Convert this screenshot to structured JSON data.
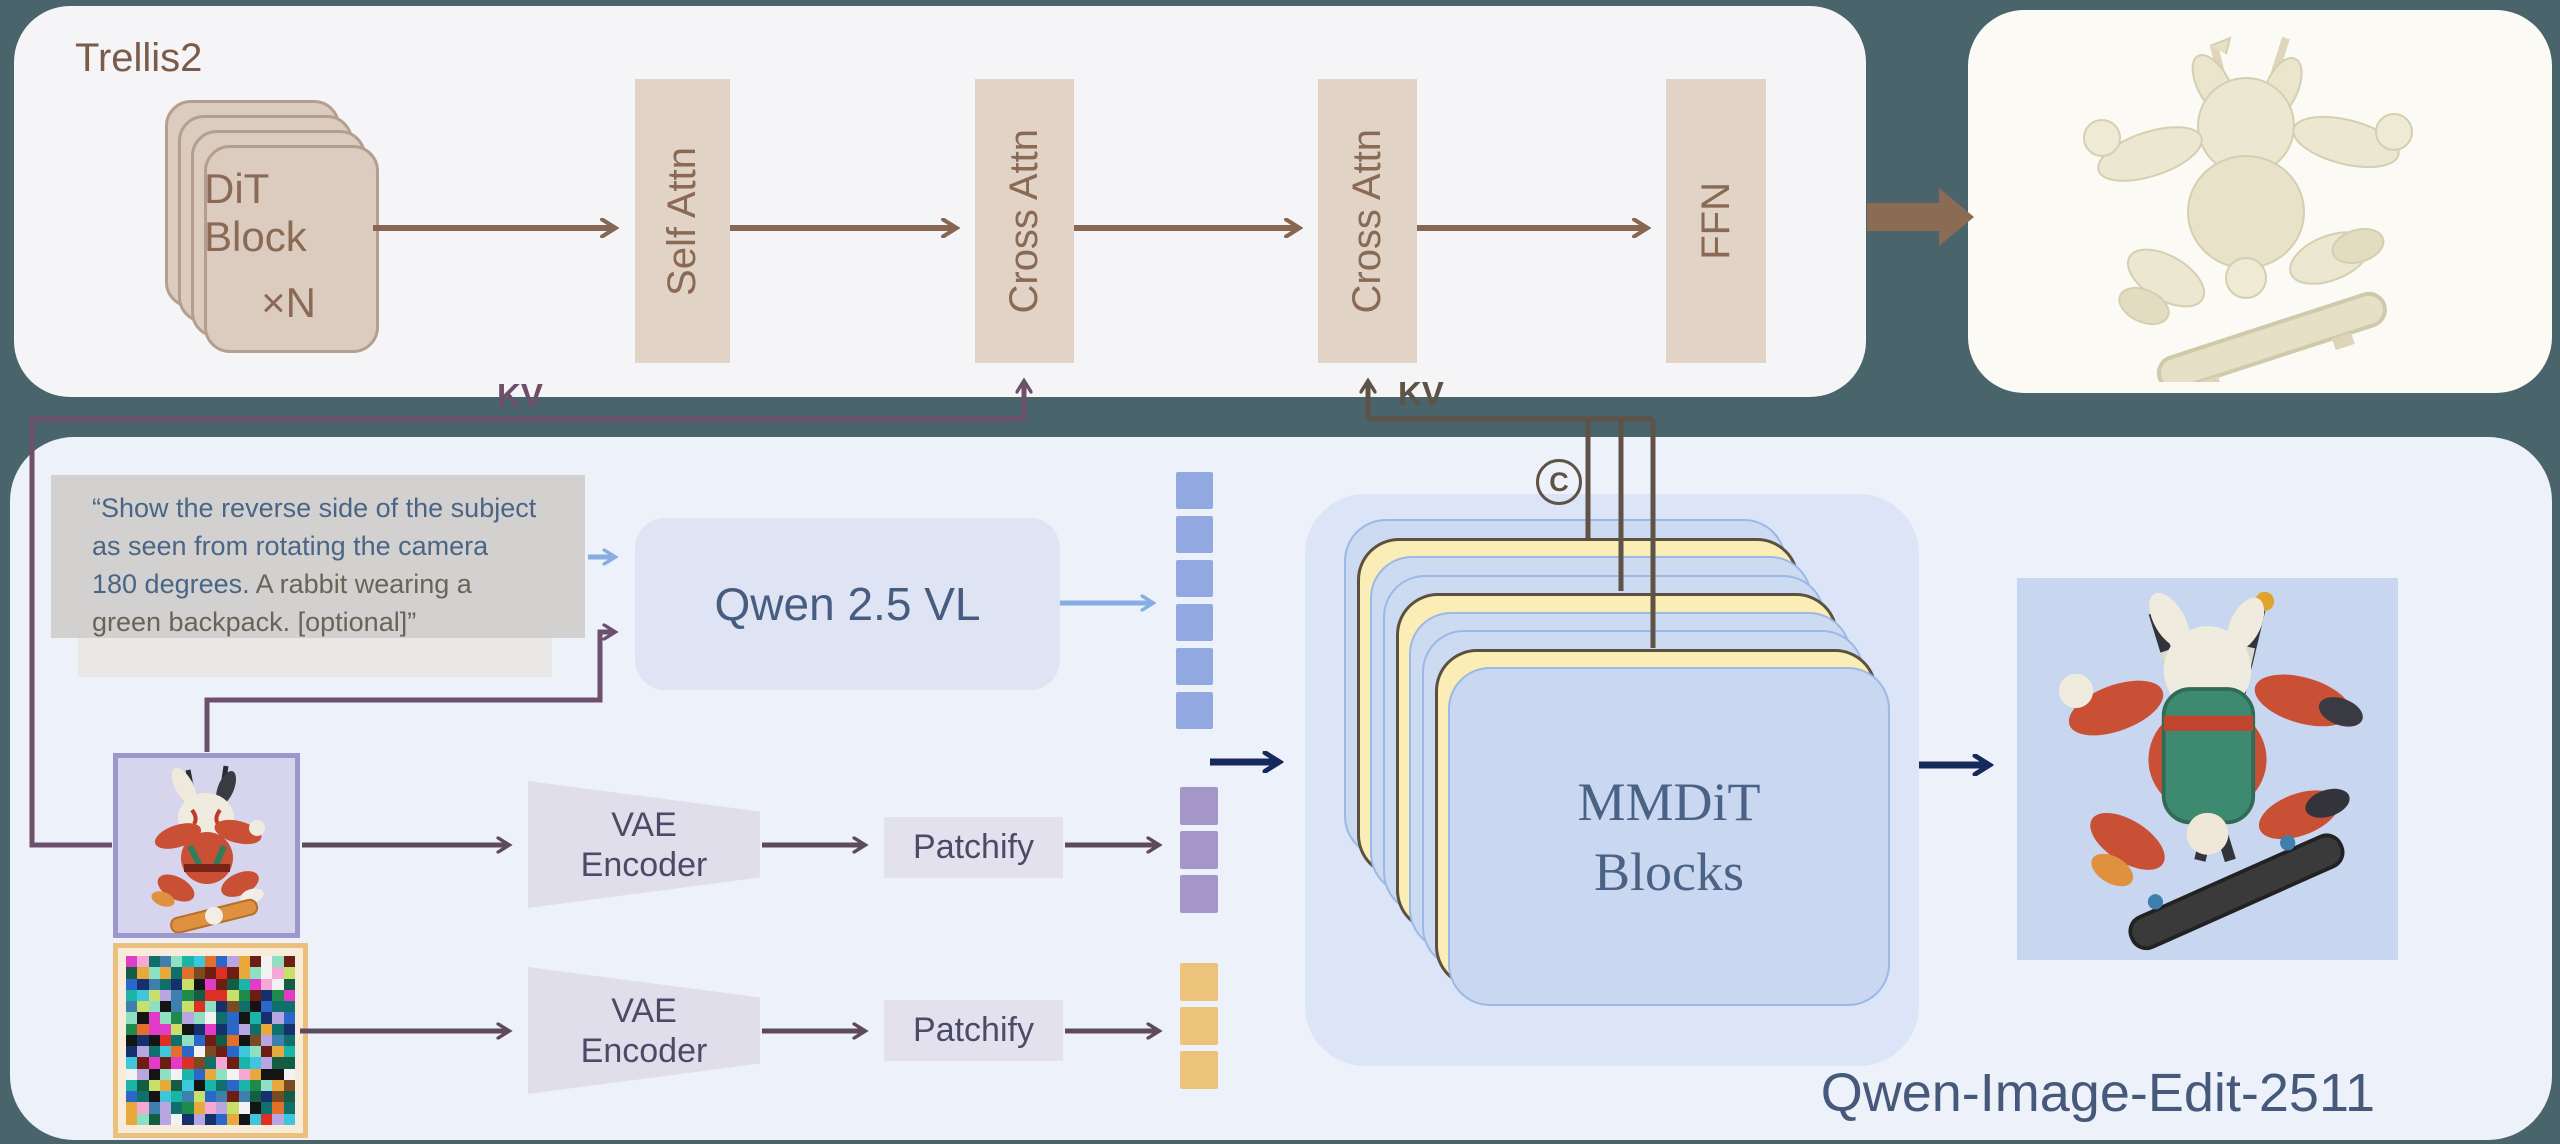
{
  "trellis_panel": {
    "title": "Trellis2",
    "dit_block_label": "DiT Block",
    "dit_mult_label": "×N",
    "bars": [
      {
        "label": "Self Attn"
      },
      {
        "label": "Cross Attn"
      },
      {
        "label": "Cross Attn"
      },
      {
        "label": "FFN"
      }
    ],
    "kv_label_image": "KV",
    "kv_label_mmdit": "KV"
  },
  "qwen_panel": {
    "title": "Qwen-Image-Edit-2511",
    "prompt": {
      "line1": "“Show the reverse side of the subject",
      "line2": "as seen from rotating the camera",
      "line3_blue": "180 degrees. ",
      "line3_brown": "A rabbit wearing a",
      "line4": "green backpack. [optional]”"
    },
    "qwen_box_label": "Qwen 2.5 VL",
    "vae_label_line1": "VAE",
    "vae_label_line2": "Encoder",
    "patchify_label": "Patchify",
    "mmdit_label_line1": "MMDiT",
    "mmdit_label_line2": "Blocks",
    "concat_symbol": "C"
  },
  "tokens": {
    "text": {
      "count": 6,
      "color": "#91a9e0",
      "size": 37,
      "gap": 7
    },
    "image": {
      "count": 3,
      "color": "#a596ca",
      "size": 38,
      "gap": 6
    },
    "noise": {
      "count": 3,
      "color": "#edc37b",
      "size": 38,
      "gap": 6
    }
  },
  "mmdit_stack": {
    "layers": [
      "blue",
      "yellow",
      "blue",
      "blue",
      "yellow",
      "blue",
      "blue",
      "yellow"
    ]
  },
  "noise_image": {
    "grid": 15,
    "seed": 7,
    "palette": [
      "#e23bc7",
      "#f5a8d3",
      "#dd2f23",
      "#6e1d12",
      "#e2702a",
      "#e8a93c",
      "#1e8a4c",
      "#145c44",
      "#19b5a8",
      "#3ec6dd",
      "#8fe0c2",
      "#2b66c9",
      "#16306e",
      "#3f7fae",
      "#b8a6e0",
      "#f2f2f2",
      "#141414",
      "#7a4a22",
      "#c8e06a",
      "#0e6f6b"
    ]
  },
  "colors": {
    "page_bg": "#4a646c",
    "arrow_brown": "#876751",
    "arrow_plum": "#5e4a5e",
    "line_purple": "#6d506c",
    "line_kv_brown": "#5f5246",
    "arrow_blue": "#88ace4",
    "arrow_navy": "#16295c",
    "token_text": "#91a9e0",
    "token_image": "#a596ca",
    "token_noise": "#edc37b"
  }
}
